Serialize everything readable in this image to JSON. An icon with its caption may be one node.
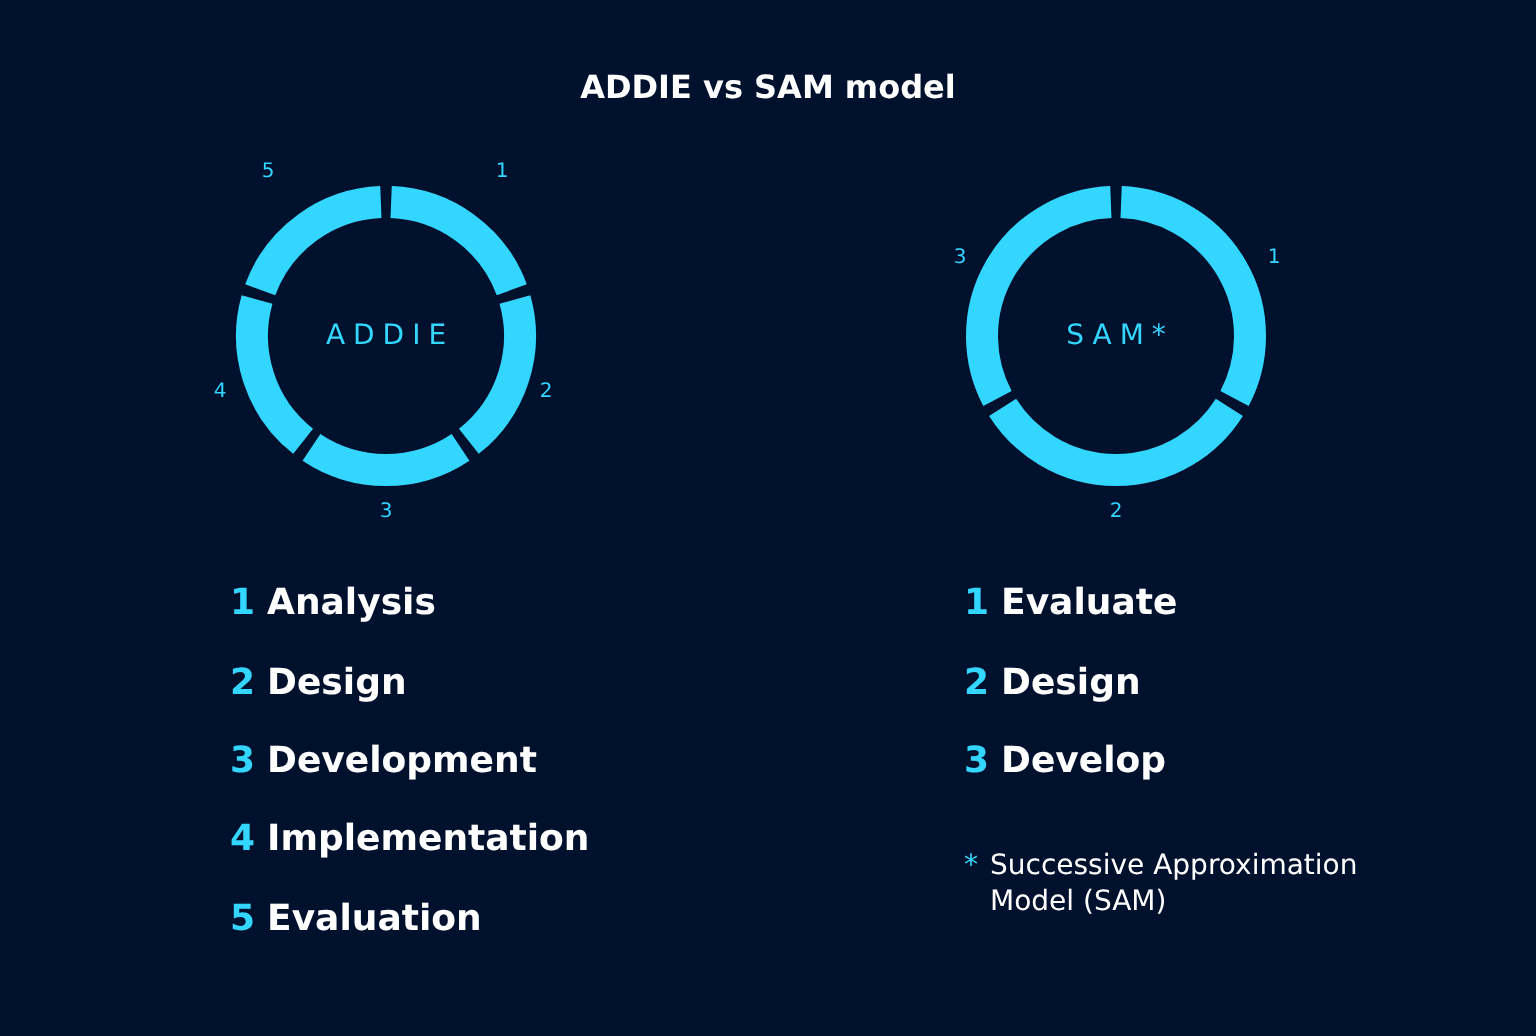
{
  "diagram": {
    "title": "ADDIE vs SAM model",
    "nodes": [
      {
        "text": [
          "ADDIE"
        ],
        "beside": [
          "5",
          "1",
          "4",
          "2",
          "3"
        ]
      },
      {
        "text": [
          "SAM*"
        ],
        "beside": [
          "3",
          "1",
          "2"
        ]
      }
    ],
    "labels": [
      "1 Analysis",
      "2 Design",
      "3 Development",
      "4 Implementation",
      "5 Evaluation",
      "1 Evaluate",
      "2 Design",
      "3 Develop",
      "* Successive Approximation Model (SAM)"
    ]
  }
}
